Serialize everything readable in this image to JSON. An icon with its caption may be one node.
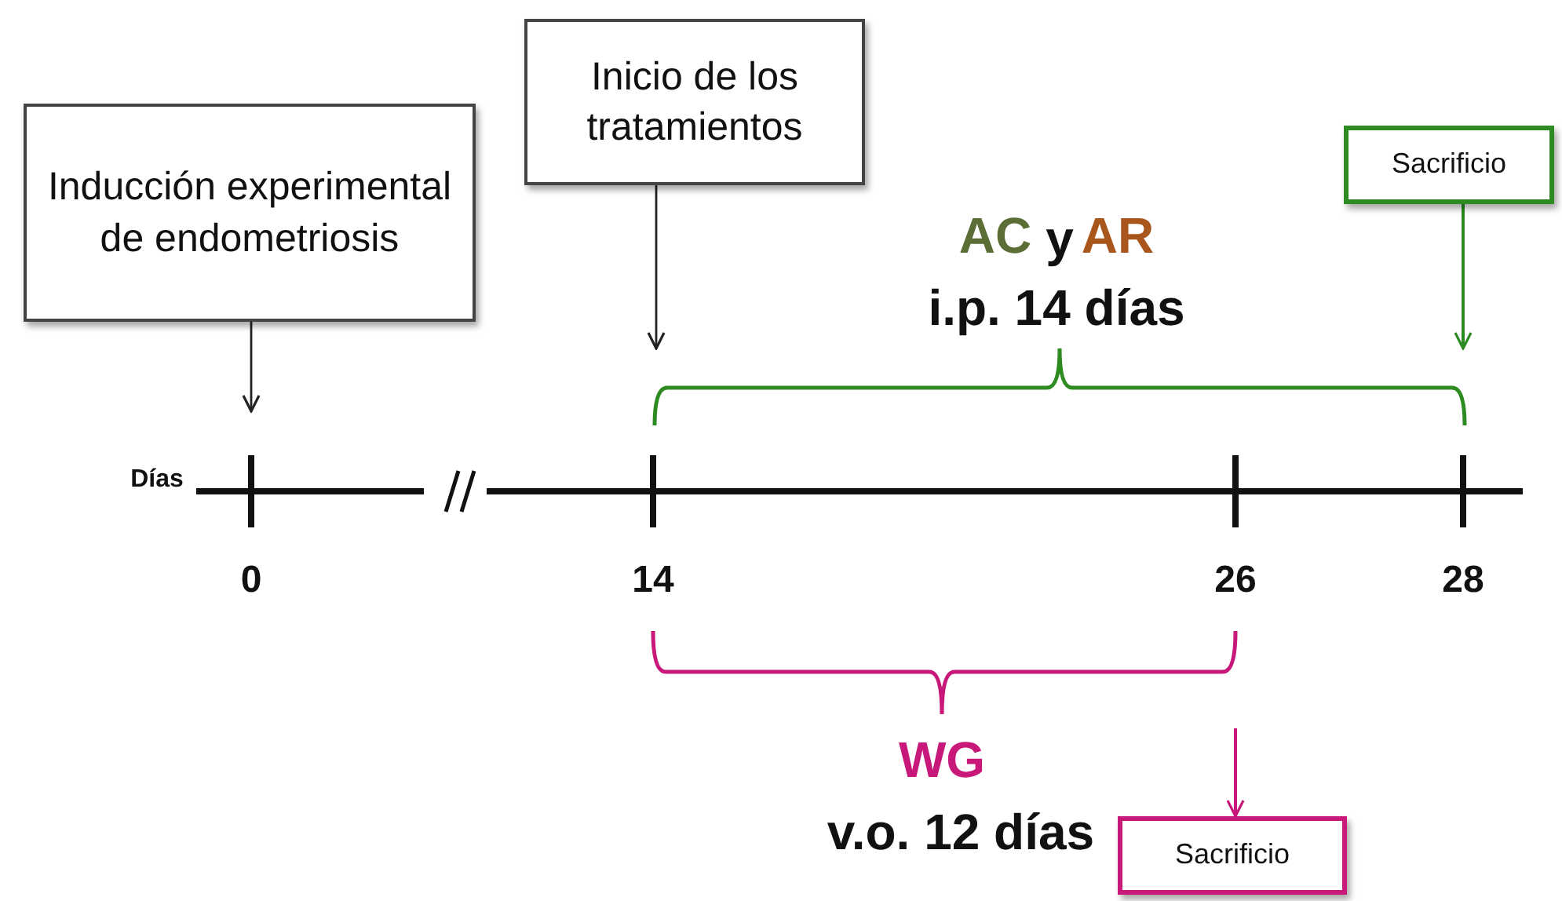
{
  "diagram": {
    "nodes": [
      {
        "text": [
          "Inducción experimental de endometriosis"
        ]
      },
      {
        "text": [
          "Inicio de los tratamientos"
        ]
      },
      {
        "text": [
          "Sacrificio"
        ]
      },
      {
        "text": [
          "Sacrificio"
        ]
      },
      {
        "text": [],
        "shape": "bracket"
      }
    ],
    "edges": [
      {
        "from": 0,
        "to": null,
        "arrow": "to"
      },
      {
        "from": 1,
        "to": 4,
        "arrow": "to"
      },
      {
        "from": 2,
        "to": 4,
        "arrow": "to",
        "color": "#2e8b22"
      },
      {
        "from": null,
        "to": 3,
        "arrow": "to",
        "color": "#c8187a"
      }
    ],
    "labels": [
      "AC",
      "y",
      "AR",
      "i.p. 14 días",
      "Días",
      "0",
      "14",
      "26",
      "28",
      "WG",
      "v.o. 12 días"
    ]
  }
}
